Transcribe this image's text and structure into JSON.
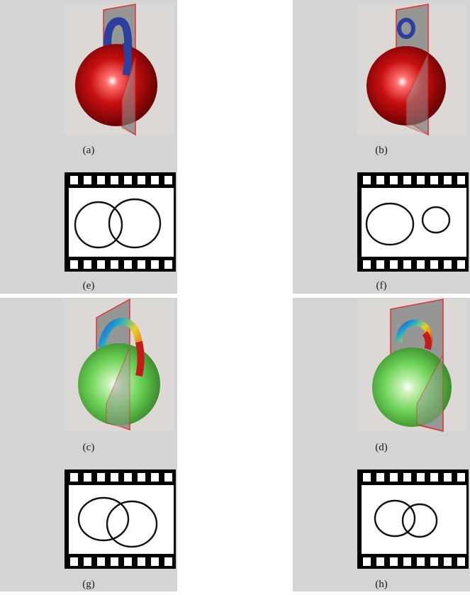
{
  "panels": [
    {
      "id": "a",
      "caption": "(a)",
      "film_caption": "(e)",
      "sphere": "red",
      "ribbon": "blue",
      "circles": "overlap"
    },
    {
      "id": "b",
      "caption": "(b)",
      "film_caption": "(f)",
      "sphere": "red",
      "ribbon": "blue",
      "circles": "separate"
    },
    {
      "id": "c",
      "caption": "(c)",
      "film_caption": "(g)",
      "sphere": "green",
      "ribbon": "rainbow",
      "circles": "overlap"
    },
    {
      "id": "d",
      "caption": "(d)",
      "film_caption": "(h)",
      "sphere": "green",
      "ribbon": "rainbow",
      "circles": "overlap-small"
    }
  ],
  "colors": {
    "panel_bg": "#d3d4d6",
    "scene_bg": "#dcd8d6",
    "plane_fill": "#8f8f8f",
    "plane_edge": "#e02424",
    "red_sphere": "#b00000",
    "green_sphere": "#5fc04a",
    "blue_ribbon": "#2a3f9e"
  }
}
